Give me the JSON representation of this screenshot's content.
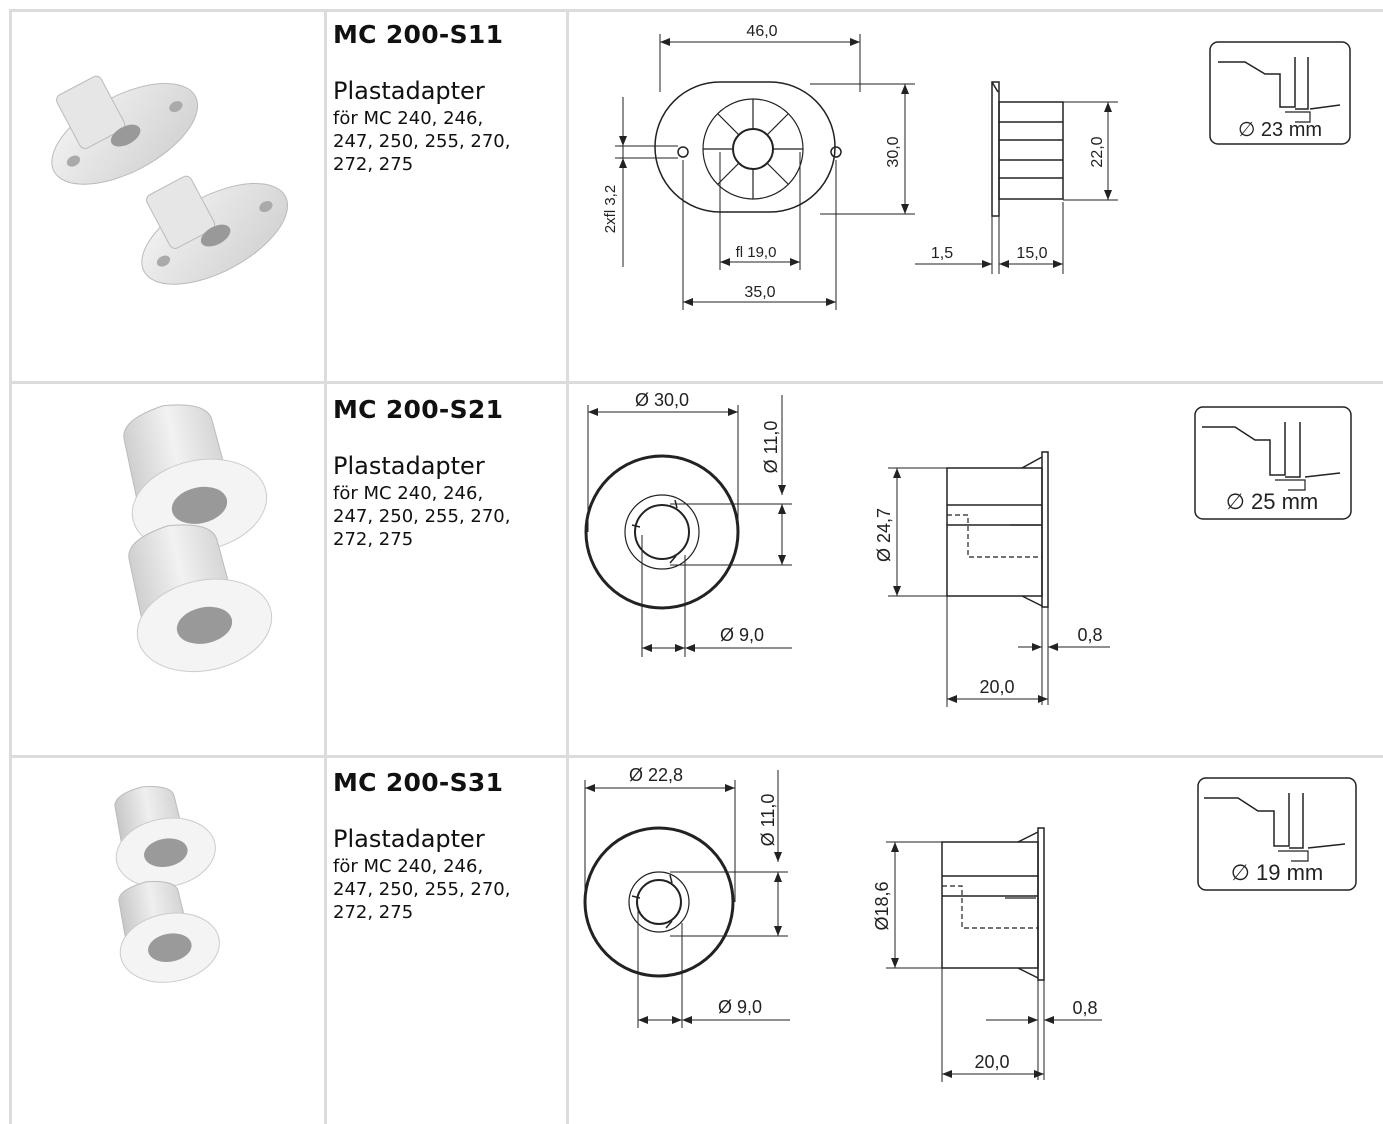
{
  "rows": [
    {
      "model": "MC 200-S11",
      "kind": "Plastadapter",
      "compat_lines": [
        "för MC 240, 246,",
        "247, 250, 255, 270,",
        "272, 275"
      ],
      "dims": {
        "width": "46,0",
        "height": "30,0",
        "holes": "2xfl 3,2",
        "center": "fl 19,0",
        "pitch": "35,0",
        "flange": "1,5",
        "depth": "15,0",
        "side_height": "22,0"
      },
      "hole_label": "∅ 23 mm"
    },
    {
      "model": "MC 200-S21",
      "kind": "Plastadapter",
      "compat_lines": [
        "för MC 240, 246,",
        "247, 250, 255, 270,",
        "272, 275"
      ],
      "dims": {
        "outer": "Ø 30,0",
        "inner_top": "Ø 11,0",
        "inner": "Ø 9,0",
        "side_dia": "Ø 24,7",
        "flange": "0,8",
        "length": "20,0"
      },
      "hole_label": "∅ 25 mm"
    },
    {
      "model": "MC 200-S31",
      "kind": "Plastadapter",
      "compat_lines": [
        "för MC 240, 246,",
        "247, 250, 255, 270,",
        "272, 275"
      ],
      "dims": {
        "outer": "Ø 22,8",
        "inner_top": "Ø 11,0",
        "inner": "Ø 9,0",
        "side_dia": "Ø18,6",
        "flange": "0,8",
        "length": "20,0"
      },
      "hole_label": "∅ 19 mm"
    }
  ]
}
